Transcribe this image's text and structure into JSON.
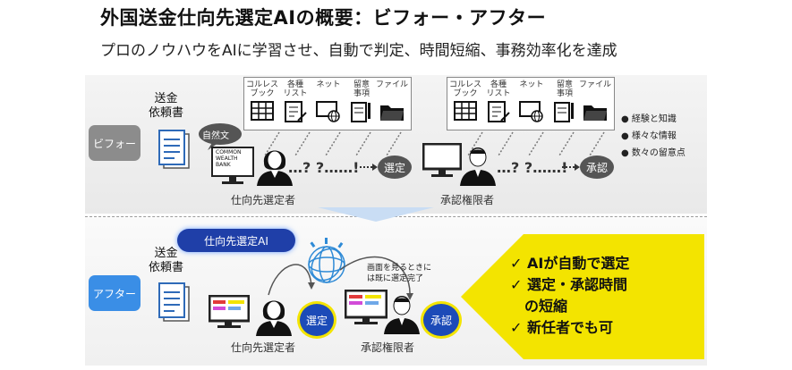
{
  "header": {
    "title": "外国送金仕向先選定AIの概要：ビフォー・アフター",
    "subtitle": "プロのノウハウをAIに学習させ、自動で判定、時間短縮、事務効率化を達成"
  },
  "before": {
    "phase_label": "ビフォー",
    "document_label": "送金\n依頼書",
    "natural_text_bubble": "自然文",
    "screen_text": "COMMON\nWEALTH\nBANK",
    "sources": [
      "コルレス\nブック",
      "各種\nリスト",
      "ネット",
      "留意\n事項",
      "ファイル"
    ],
    "sources_right": [
      "コルレス\nブック",
      "各種\nリスト",
      "ネット",
      "留意\n事項",
      "ファイル"
    ],
    "flow_marks_left": "…? ?……!",
    "flow_marks_right": "…? ?……!",
    "select_label": "選定",
    "approve_label": "承認",
    "role_left": "仕向先選定者",
    "role_right": "承認権限者",
    "bullets": [
      "経験と知識",
      "様々な情報",
      "数々の留意点"
    ]
  },
  "after": {
    "phase_label": "アフター",
    "ai_label": "仕向先選定AI",
    "document_label": "送金\n依頼書",
    "select_label": "選定",
    "approve_label": "承認",
    "role_left": "仕向先選定者",
    "role_right": "承認権限者",
    "note": "画面を見るときに\nは既に選定完了",
    "benefits": [
      "✓ AIが自動で選定",
      "✓ 選定・承認時間",
      "　の短縮",
      "✓ 新任者でも可"
    ]
  },
  "colors": {
    "after_blue": "#3a8ee6",
    "ai_navy": "#1f3fa8",
    "highlight_yellow": "#f3e400",
    "before_grey": "#8c8c8c"
  }
}
